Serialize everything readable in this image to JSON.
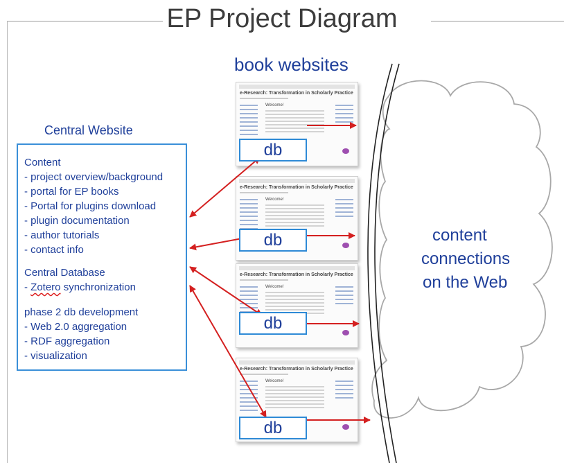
{
  "title": "EP Project Diagram",
  "book_websites_label": "book websites",
  "central_website_label": "Central Website",
  "central_box": {
    "lines": [
      "Content",
      "- project overview/background",
      "- portal for EP books",
      "- Portal for plugins download",
      "- plugin documentation",
      "- author tutorials",
      "- contact info",
      "Central Database",
      "- ",
      "Zotero",
      " synchronization",
      "phase 2 db development",
      "-  Web 2.0 aggregation",
      "- RDF aggregation",
      "- visualization"
    ]
  },
  "website": {
    "heading": "e-Research: Transformation in Scholarly Practice",
    "welcome": "Welcome!"
  },
  "db_label": "db",
  "web_cloud_lines": [
    "content",
    "connections",
    "on the Web"
  ],
  "colors": {
    "arrow": "#d42020",
    "box_border": "#3a8fd8",
    "text_blue": "#1f3f9a"
  }
}
